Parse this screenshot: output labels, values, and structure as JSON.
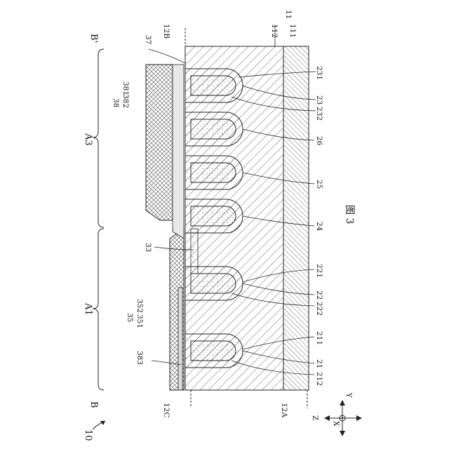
{
  "figure": {
    "caption": "图 3",
    "section_start": "B",
    "section_end": "B'",
    "device_ref": "10",
    "regions": [
      {
        "id": "A1",
        "label": "A1"
      },
      {
        "id": "A3",
        "label": "A3"
      }
    ],
    "reference_lines": [
      "12A",
      "12B",
      "12C"
    ],
    "layers": {
      "substrate": "11",
      "substrate_lower": "111",
      "substrate_upper": "112",
      "dielectric": "33",
      "top_layer": "37",
      "multilayer_38": "38",
      "multilayer_381": "381",
      "multilayer_382": "382",
      "multilayer_383": "383",
      "multilayer_35": "35",
      "multilayer_351": "351",
      "multilayer_352": "352"
    },
    "trench_labels": [
      "231",
      "23",
      "232",
      "26",
      "25",
      "24",
      "221",
      "22",
      "222",
      "211",
      "21",
      "212"
    ],
    "axes": {
      "z": "Z",
      "x": "X",
      "y": "Y"
    }
  }
}
